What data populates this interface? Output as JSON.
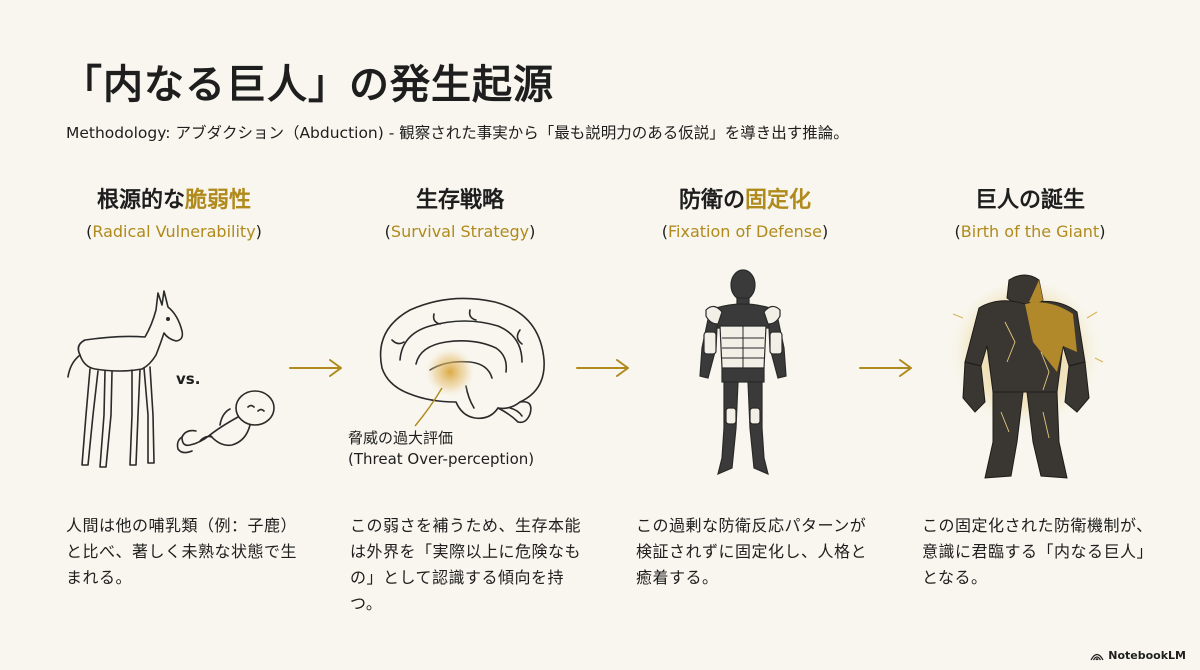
{
  "title": "「内なる巨人」の発生起源",
  "subtitle": "Methodology: アブダクション（Abduction) - 観察された事実から「最も説明力のある仮説」を導き出す推論。",
  "accent_color": "#b08a1c",
  "steps": [
    {
      "title_plain": "根源的な",
      "title_highlight": "脆弱性",
      "title_suffix": "",
      "en": "Radical Vulnerability",
      "desc": "人間は他の哺乳類（例：子鹿）と比べ、著しく未熟な状態で生まれる。",
      "icon": "foal-and-baby-icon"
    },
    {
      "title_plain": "生存戦略",
      "title_highlight": "",
      "title_suffix": "",
      "en": "Survival Strategy",
      "desc": "この弱さを補うため、生存本能は外界を「実際以上に危険なもの」として認識する傾向を持つ。",
      "icon": "brain-icon"
    },
    {
      "title_plain": "防衛の",
      "title_highlight": "固定化",
      "title_suffix": "",
      "en": "Fixation of Defense",
      "desc": "この過剰な防衛反応パターンが検証されずに固定化し、人格と癒着する。",
      "icon": "armored-figure-icon"
    },
    {
      "title_plain": "巨人の誕生",
      "title_highlight": "",
      "title_suffix": "",
      "en": "Birth of the Giant",
      "desc": "この固定化された防衛機制が、意識に君臨する「内なる巨人」となる。",
      "icon": "giant-icon"
    }
  ],
  "vs_label": "vs.",
  "threat_label_jp": "脅威の過大評価",
  "threat_label_en": "(Threat Over-perception)",
  "logo_text": "NotebookLM"
}
